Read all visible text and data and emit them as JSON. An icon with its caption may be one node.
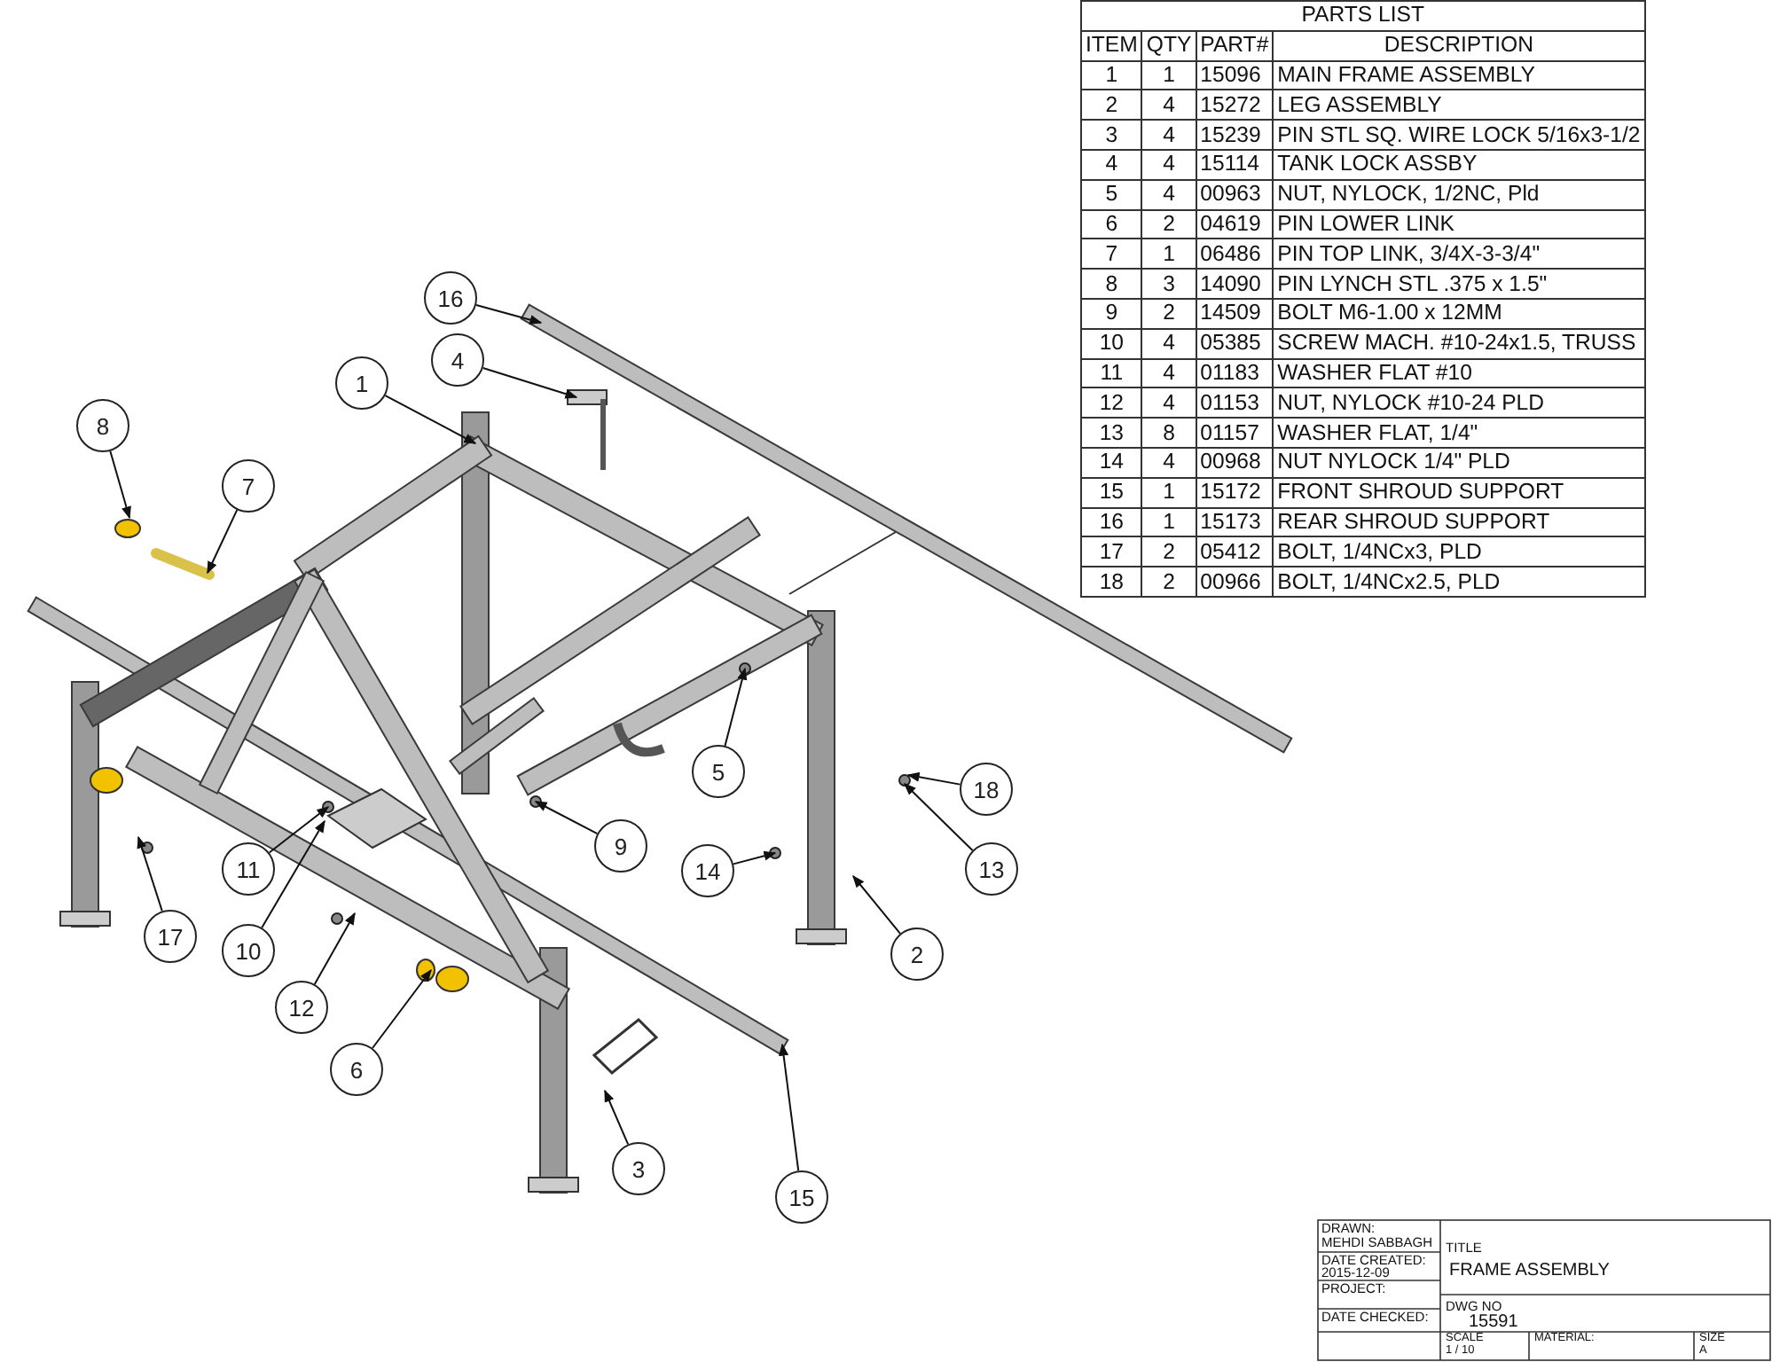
{
  "diagram": {
    "nodes": [
      {
        "text": [
          "1"
        ]
      },
      {
        "text": [
          "2"
        ]
      },
      {
        "text": [
          "3"
        ]
      },
      {
        "text": [
          "4"
        ]
      },
      {
        "text": [
          "5"
        ]
      },
      {
        "text": [
          "6"
        ]
      },
      {
        "text": [
          "7"
        ]
      },
      {
        "text": [
          "8"
        ]
      },
      {
        "text": [
          "9"
        ]
      },
      {
        "text": [
          "10"
        ]
      },
      {
        "text": [
          "11"
        ]
      },
      {
        "text": [
          "12"
        ]
      },
      {
        "text": [
          "13"
        ]
      },
      {
        "text": [
          "14"
        ]
      },
      {
        "text": [
          "15"
        ]
      },
      {
        "text": [
          "16"
        ]
      },
      {
        "text": [
          "17"
        ]
      },
      {
        "text": [
          "18"
        ]
      }
    ],
    "edges": [
      {
        "from": 0,
        "to": null,
        "arrow": "to"
      },
      {
        "from": 1,
        "to": null,
        "arrow": "to"
      },
      {
        "from": 2,
        "to": null,
        "arrow": "to"
      },
      {
        "from": 3,
        "to": null,
        "arrow": "to"
      },
      {
        "from": 4,
        "to": null,
        "arrow": "to"
      },
      {
        "from": 5,
        "to": null,
        "arrow": "to"
      },
      {
        "from": 6,
        "to": null,
        "arrow": "to"
      },
      {
        "from": 7,
        "to": null,
        "arrow": "to"
      },
      {
        "from": 8,
        "to": null,
        "arrow": "to"
      },
      {
        "from": 9,
        "to": null,
        "arrow": "to"
      },
      {
        "from": 10,
        "to": null,
        "arrow": "to"
      },
      {
        "from": 11,
        "to": null,
        "arrow": "to"
      },
      {
        "from": 12,
        "to": null,
        "arrow": "to"
      },
      {
        "from": 13,
        "to": null,
        "arrow": "to"
      },
      {
        "from": 14,
        "to": null,
        "arrow": "to"
      },
      {
        "from": 15,
        "to": null,
        "arrow": "to"
      },
      {
        "from": 16,
        "to": null,
        "arrow": "to"
      },
      {
        "from": 17,
        "to": null,
        "arrow": "to"
      }
    ],
    "labels": [
      "PARTS LIST",
      "ITEM",
      "QTY",
      "PART#",
      "DESCRIPTION",
      "1",
      "1",
      "15096",
      "MAIN FRAME ASSEMBLY",
      "2",
      "4",
      "15272",
      "LEG ASSEMBLY",
      "3",
      "4",
      "15239",
      "PIN STL SQ. WIRE LOCK 5/16x3-1/2",
      "4",
      "4",
      "15114",
      "TANK LOCK ASSBY",
      "5",
      "4",
      "00963",
      "NUT, NYLOCK, 1/2NC, Pld",
      "6",
      "2",
      "04619",
      "PIN LOWER LINK",
      "7",
      "1",
      "06486",
      "PIN TOP LINK, 3/4X-3-3/4\"",
      "8",
      "3",
      "14090",
      "PIN LYNCH STL .375 x 1.5\"",
      "9",
      "2",
      "14509",
      "BOLT M6-1.00 x 12MM",
      "10",
      "4",
      "05385",
      "SCREW MACH. #10-24x1.5, TRUSS",
      "11",
      "4",
      "01183",
      "WASHER FLAT #10",
      "12",
      "4",
      "01153",
      "NUT, NYLOCK #10-24 PLD",
      "13",
      "8",
      "01157",
      "WASHER FLAT, 1/4\"",
      "14",
      "4",
      "00968",
      "NUT NYLOCK 1/4\" PLD",
      "15",
      "1",
      "15172",
      "FRONT SHROUD SUPPORT",
      "16",
      "1",
      "15173",
      "REAR SHROUD SUPPORT",
      "17",
      "2",
      "05412",
      "BOLT, 1/4NCx3, PLD",
      "18",
      "2",
      "00966",
      "BOLT, 1/4NCx2.5, PLD",
      "DRAWN:",
      "MEHDI SABBAGH",
      "DATE CREATED:",
      "2015-12-09",
      "PROJECT:",
      "DATE CHECKED:",
      "TITLE",
      "FRAME ASSEMBLY",
      "DWG NO",
      "15591",
      "SCALE",
      "1 / 10",
      "MATERIAL:",
      "SIZE",
      "A"
    ]
  }
}
